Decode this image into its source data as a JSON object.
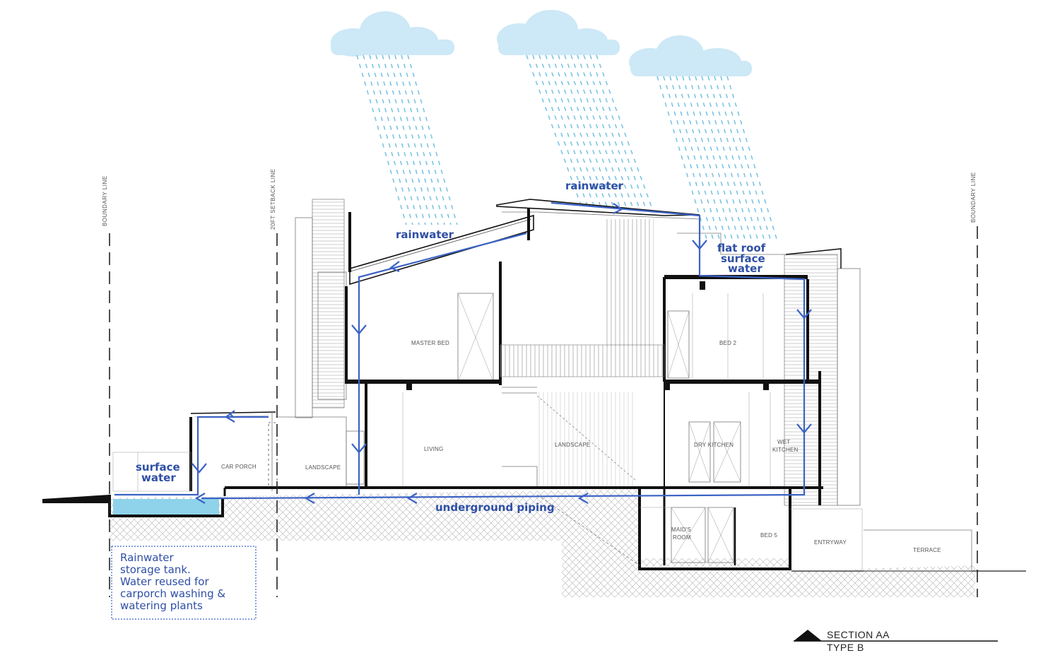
{
  "labels": {
    "boundary_left": "BOUNDARY LINE",
    "setback": "20FT SETBACK LINE",
    "boundary_right": "BOUNDARY LINE"
  },
  "rooms": {
    "master_bed": "MASTER BED",
    "bed_2": "BED 2",
    "living": "LIVING",
    "landscape_center": "LANDSCAPE",
    "landscape_left": "LANDSCAPE",
    "car_porch": "CAR PORCH",
    "dry_kitchen": "DRY KITCHEN",
    "wet_kitchen_1": "WET",
    "wet_kitchen_2": "KITCHEN",
    "maids_room_1": "MAID'S",
    "maids_room_2": "ROOM",
    "bed_5": "BED 5",
    "entryway": "ENTRYWAY",
    "terrace": "TERRACE"
  },
  "flow_labels": {
    "rainwater_left": "rainwater",
    "rainwater_top": "rainwater",
    "flat_roof_1": "flat roof",
    "flat_roof_2": "surface",
    "flat_roof_3": "water",
    "surface_water_1": "surface",
    "surface_water_2": "water",
    "underground": "underground piping"
  },
  "note": {
    "line1": "Rainwater",
    "line2": "storage tank.",
    "line3": "Water reused for",
    "line4": "carporch washing &",
    "line5": "watering plants"
  },
  "section": {
    "title": "SECTION AA",
    "type": "TYPE B"
  },
  "colors": {
    "flow": "#2e4fa6",
    "pipe": "#3b63c4",
    "rain": "#7cc4e4",
    "cloud": "#cde8f6",
    "tank": "#8fd3ea"
  }
}
